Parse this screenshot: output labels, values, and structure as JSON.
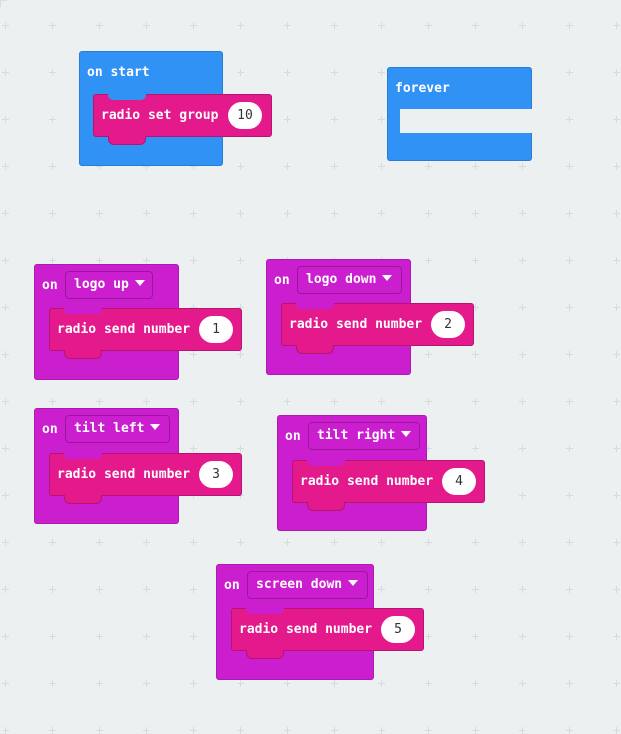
{
  "colors": {
    "background": "#ecf0f1",
    "basic": "#3192f5",
    "input": "#cb1fcf",
    "radio": "#e3198c"
  },
  "on_start": {
    "label": "on start",
    "statement": {
      "label": "radio set group",
      "value": "10"
    }
  },
  "forever": {
    "label": "forever"
  },
  "handlers": [
    {
      "on": "on",
      "event": "logo up",
      "statement": {
        "label": "radio send number",
        "value": "1"
      }
    },
    {
      "on": "on",
      "event": "logo down",
      "statement": {
        "label": "radio send number",
        "value": "2"
      }
    },
    {
      "on": "on",
      "event": "tilt left",
      "statement": {
        "label": "radio send number",
        "value": "3"
      }
    },
    {
      "on": "on",
      "event": "tilt right",
      "statement": {
        "label": "radio send number",
        "value": "4"
      }
    },
    {
      "on": "on",
      "event": "screen down",
      "statement": {
        "label": "radio send number",
        "value": "5"
      }
    }
  ]
}
